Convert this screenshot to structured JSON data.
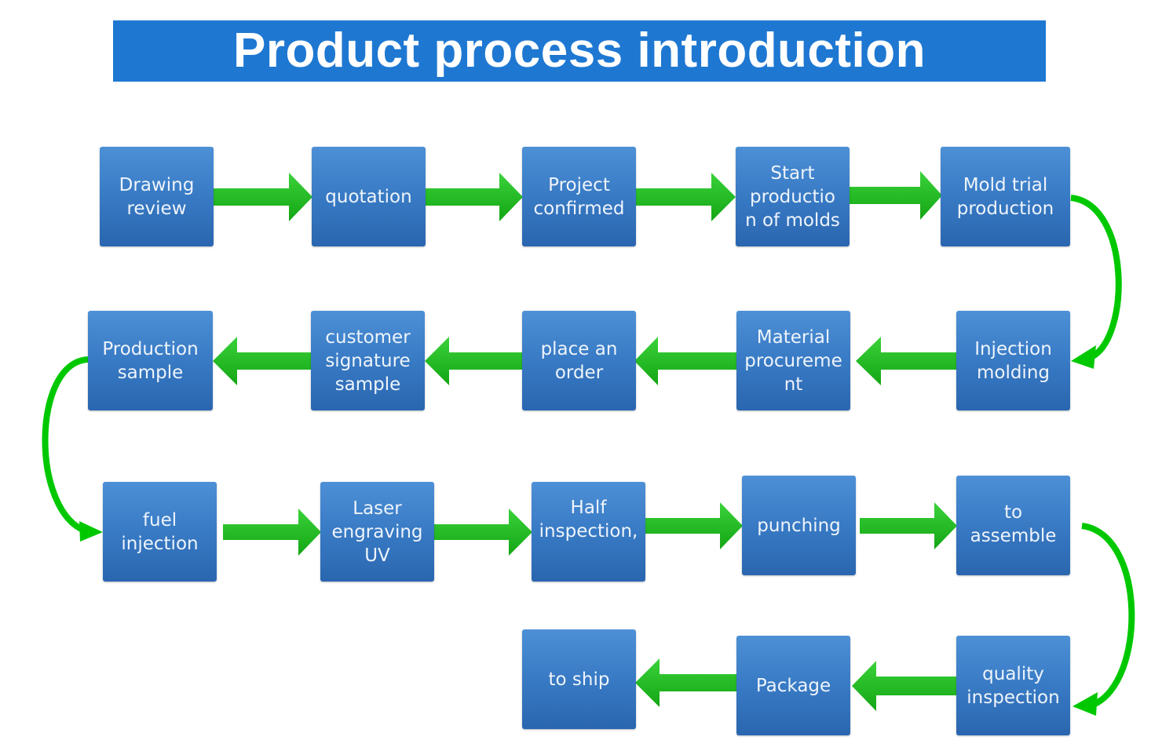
{
  "title": "Product process introduction",
  "colors": {
    "title_bg": "#1e78d2",
    "box_top": "#4d90d6",
    "box_bottom": "#2a66b0",
    "arrow": "#22c422",
    "curve": "#00c800"
  },
  "steps": [
    {
      "label": "Drawing\nreview"
    },
    {
      "label": "quotation"
    },
    {
      "label": "Project\nconfirmed"
    },
    {
      "label": "Start\nproductio\nn of molds"
    },
    {
      "label": "Mold trial\nproduction"
    },
    {
      "label": "Injection\nmolding"
    },
    {
      "label": "Material\nprocureme\nnt"
    },
    {
      "label": "place an\norder"
    },
    {
      "label": "customer\nsignature\nsample"
    },
    {
      "label": "Production\nsample"
    },
    {
      "label": "fuel\ninjection"
    },
    {
      "label": "Laser\nengraving\nUV"
    },
    {
      "label": "Half\ninspection,"
    },
    {
      "label": "punching"
    },
    {
      "label": "to\nassemble"
    },
    {
      "label": "quality\ninspection"
    },
    {
      "label": "Package"
    },
    {
      "label": "to ship"
    }
  ]
}
